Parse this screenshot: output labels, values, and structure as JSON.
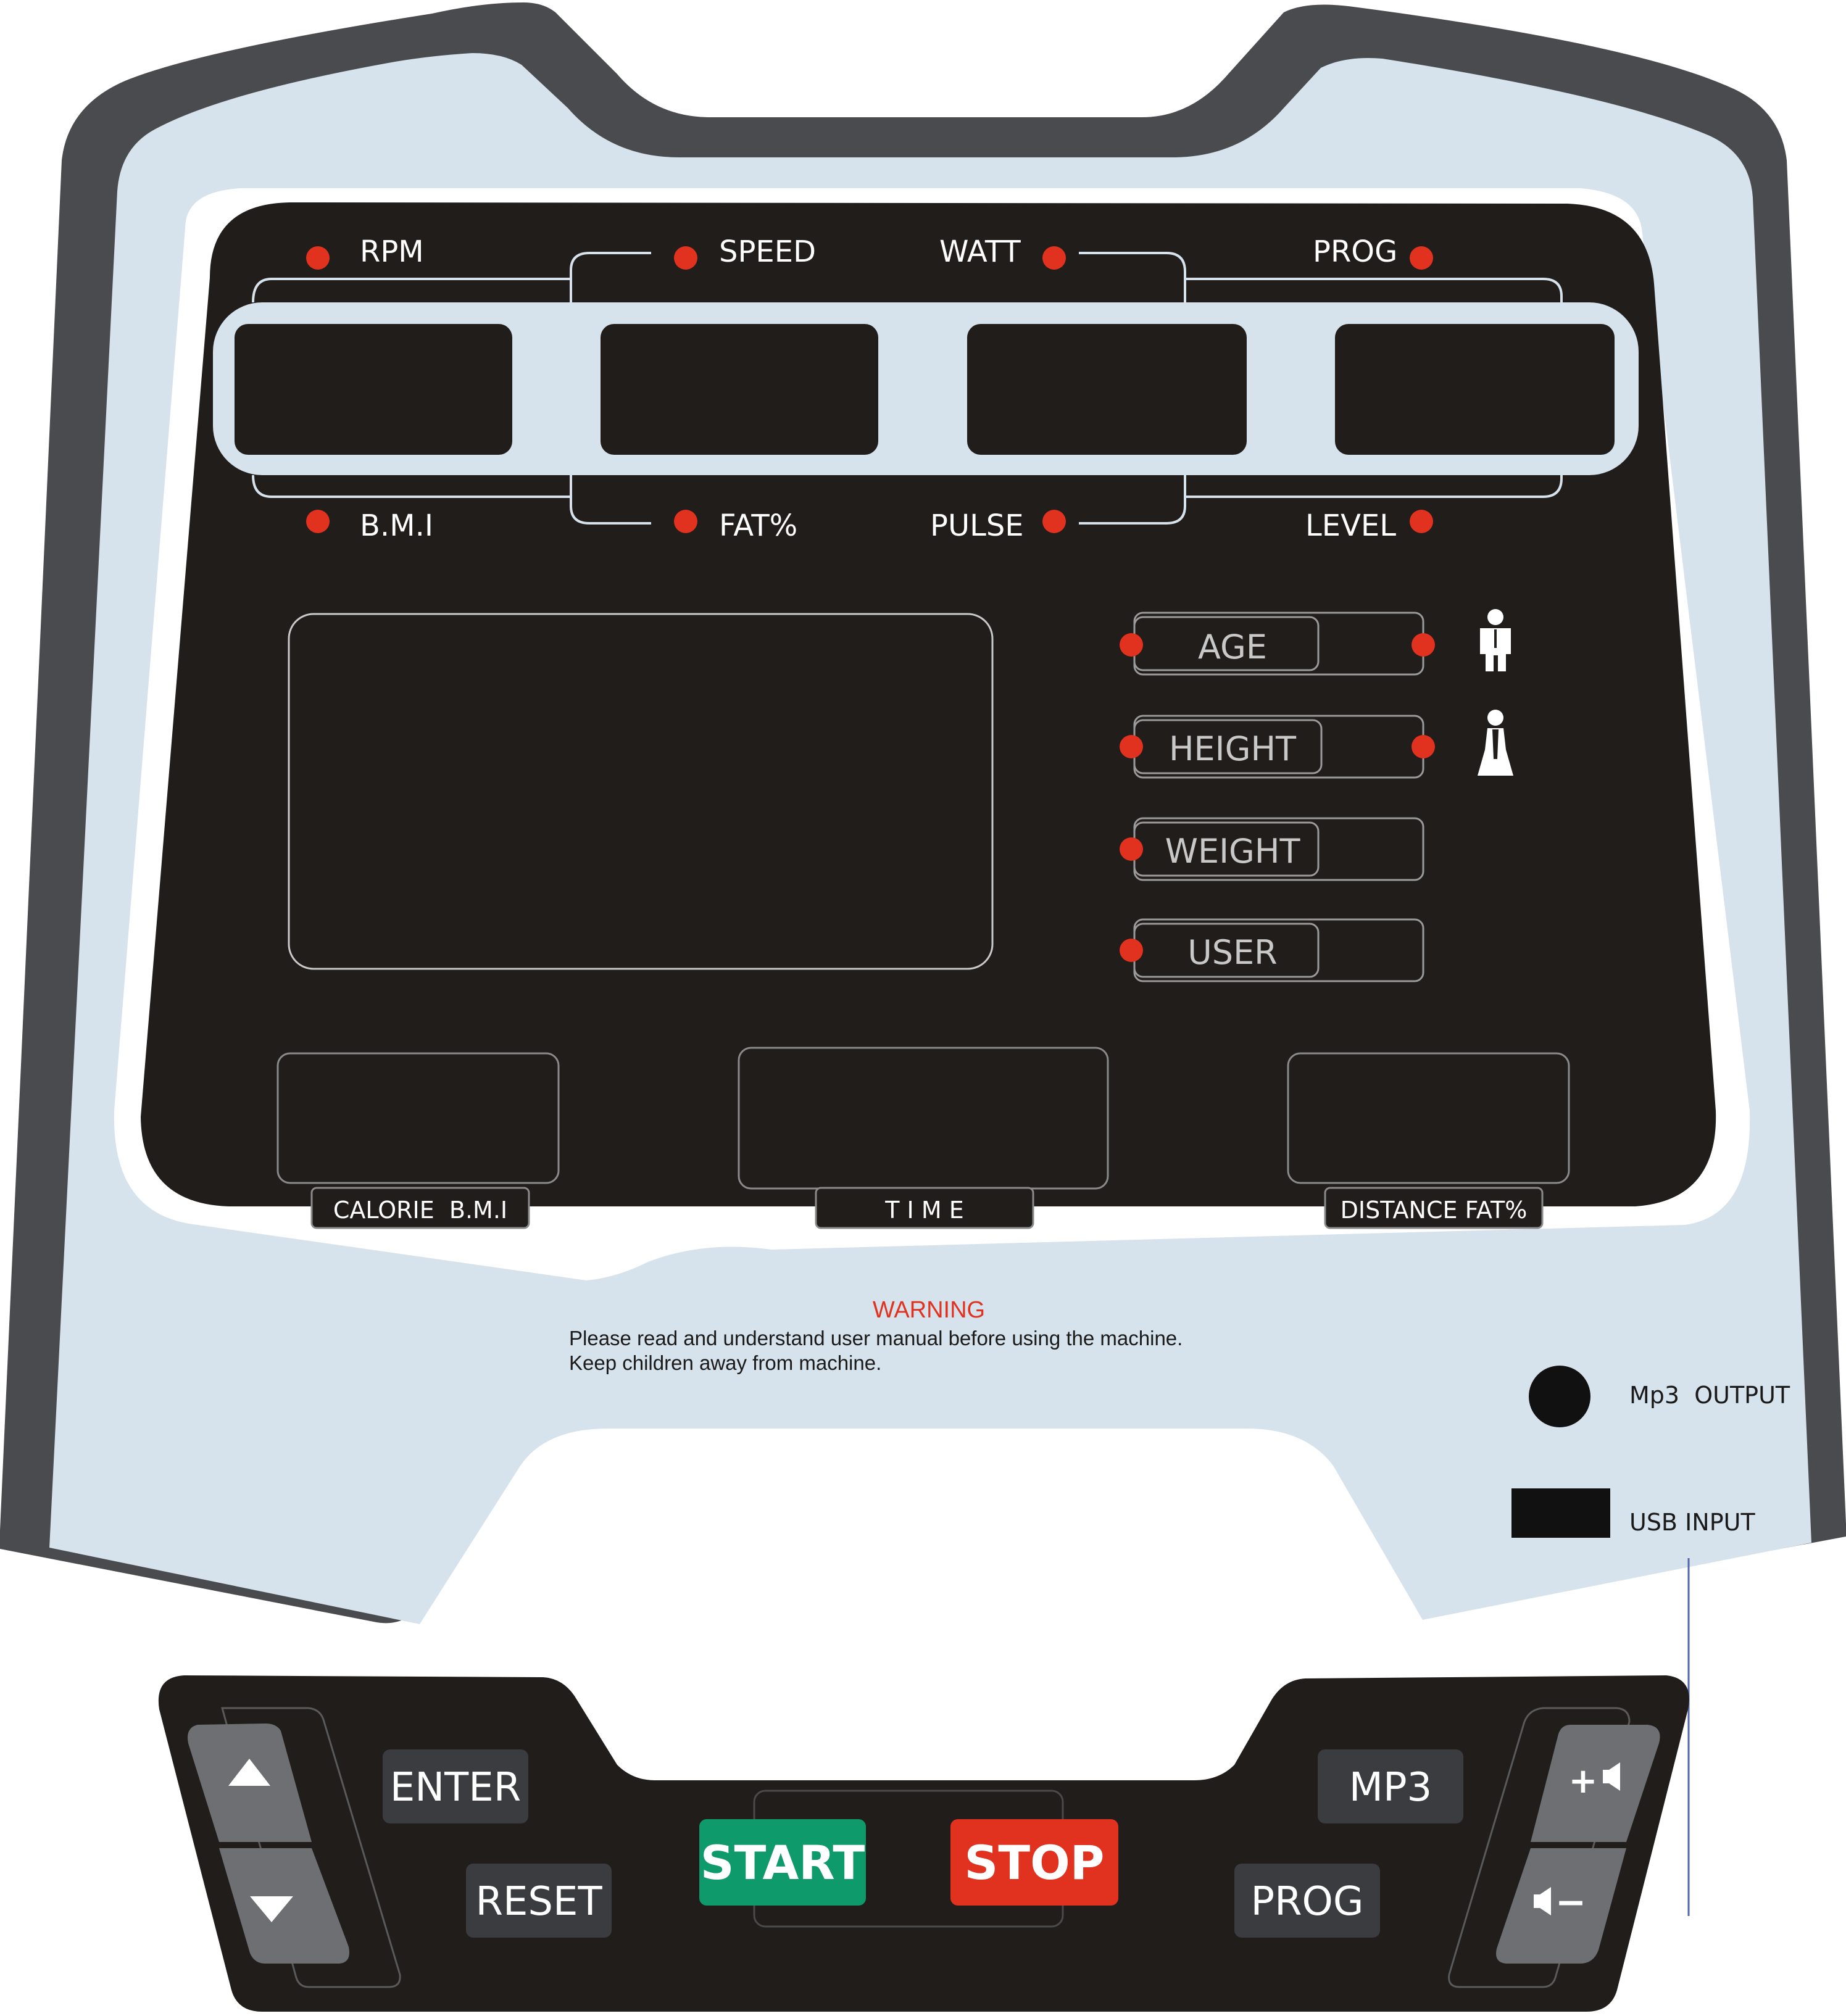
{
  "colors": {
    "frame_outer": "#4a4b4f",
    "frame_inner": "#d6e2ec",
    "display_panel": "#201d1a",
    "indicator_led": "#e0321e",
    "start_button": "#0e9a6a",
    "stop_button": "#e0321e",
    "key_button": "#3b3c40",
    "warning_title": "#e0321e"
  },
  "top_indicators": {
    "rpm": "RPM",
    "speed": "SPEED",
    "watt": "WATT",
    "prog": "PROG",
    "bmi": "B.M.I",
    "fat": "FAT%",
    "pulse": "PULSE",
    "level": "LEVEL"
  },
  "profile_fields": {
    "age": "AGE",
    "height": "HEIGHT",
    "weight": "WEIGHT",
    "user": "USER"
  },
  "gender_icons": [
    "male-icon",
    "female-icon"
  ],
  "bottom_displays": {
    "calorie_bmi": "CALORIE  B.M.I",
    "time": "T I M E",
    "distance_fat": "DISTANCE FAT%"
  },
  "warning": {
    "title": "WARNING",
    "line1": "Please read and understand user manual before using the machine.",
    "line2": "Keep children away from machine."
  },
  "ports": {
    "mp3_output": "Mp3  OUTPUT",
    "usb_input": "USB INPUT"
  },
  "keypad": {
    "enter": "ENTER",
    "reset": "RESET",
    "start": "START",
    "stop": "STOP",
    "mp3": "MP3",
    "prog": "PROG",
    "arrow_up_icon": "arrow-up-icon",
    "arrow_down_icon": "arrow-down-icon",
    "volume_up": "+",
    "volume_down": "−"
  }
}
